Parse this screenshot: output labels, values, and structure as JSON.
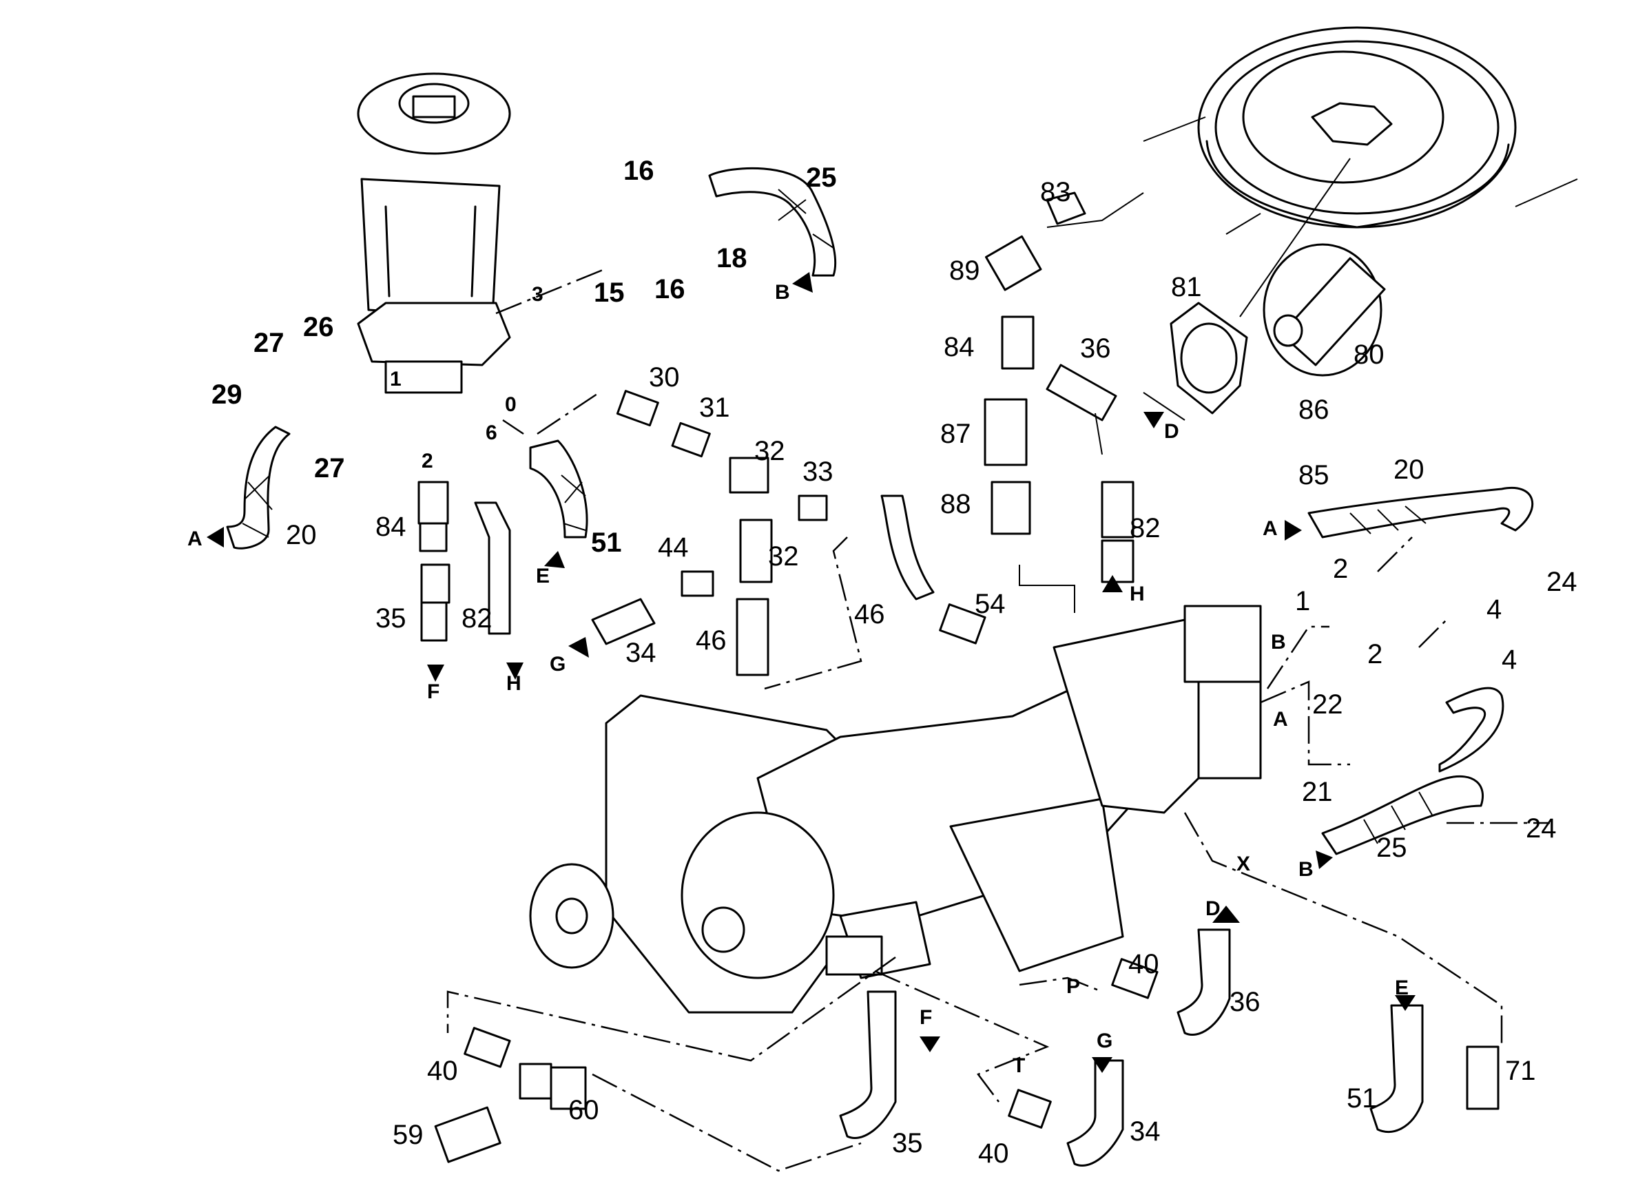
{
  "diagram": {
    "part_numbers": {
      "n16a": "16",
      "n25a": "25",
      "n16b": "16",
      "n18": "18",
      "n15": "15",
      "n3": "3",
      "n27a": "27",
      "n26": "26",
      "n29": "29",
      "n1a": "1",
      "n27b": "27",
      "n0": "0",
      "n20a": "20",
      "n2a": "2",
      "n6": "6",
      "n84a": "84",
      "n35a": "35",
      "n82a": "82",
      "n51a": "51",
      "n30": "30",
      "n31": "31",
      "n32a": "32",
      "n33": "33",
      "n44": "44",
      "n32b": "32",
      "n34a": "34",
      "n46a": "46",
      "n46b": "46",
      "n54": "54",
      "n83": "83",
      "n89": "89",
      "n84b": "84",
      "n36a": "36",
      "n87": "87",
      "n88": "88",
      "n82b": "82",
      "n81": "81",
      "n80": "80",
      "n86": "86",
      "n85": "85",
      "n20b": "20",
      "n2b": "2",
      "n24a": "24",
      "n1b": "1",
      "n4a": "4",
      "n2c": "2",
      "n4b": "4",
      "n22": "22",
      "n21": "21",
      "n25b": "25",
      "n24b": "24",
      "n40a": "40",
      "n36b": "36",
      "n71": "71",
      "n51b": "51",
      "n40b": "40",
      "n59": "59",
      "n60": "60",
      "n35b": "35",
      "n40c": "40",
      "n34b": "34"
    },
    "connection_labels": {
      "B1": "B",
      "A1": "A",
      "E1": "E",
      "F1": "F",
      "H1": "H",
      "G1": "G",
      "D1": "D",
      "H2": "H",
      "A2": "A",
      "B2": "B",
      "A3": "A",
      "B3": "B",
      "X1": "X",
      "D2": "D",
      "F2": "F",
      "G2": "G",
      "E2": "E",
      "P1": "P",
      "T1": "T"
    }
  }
}
